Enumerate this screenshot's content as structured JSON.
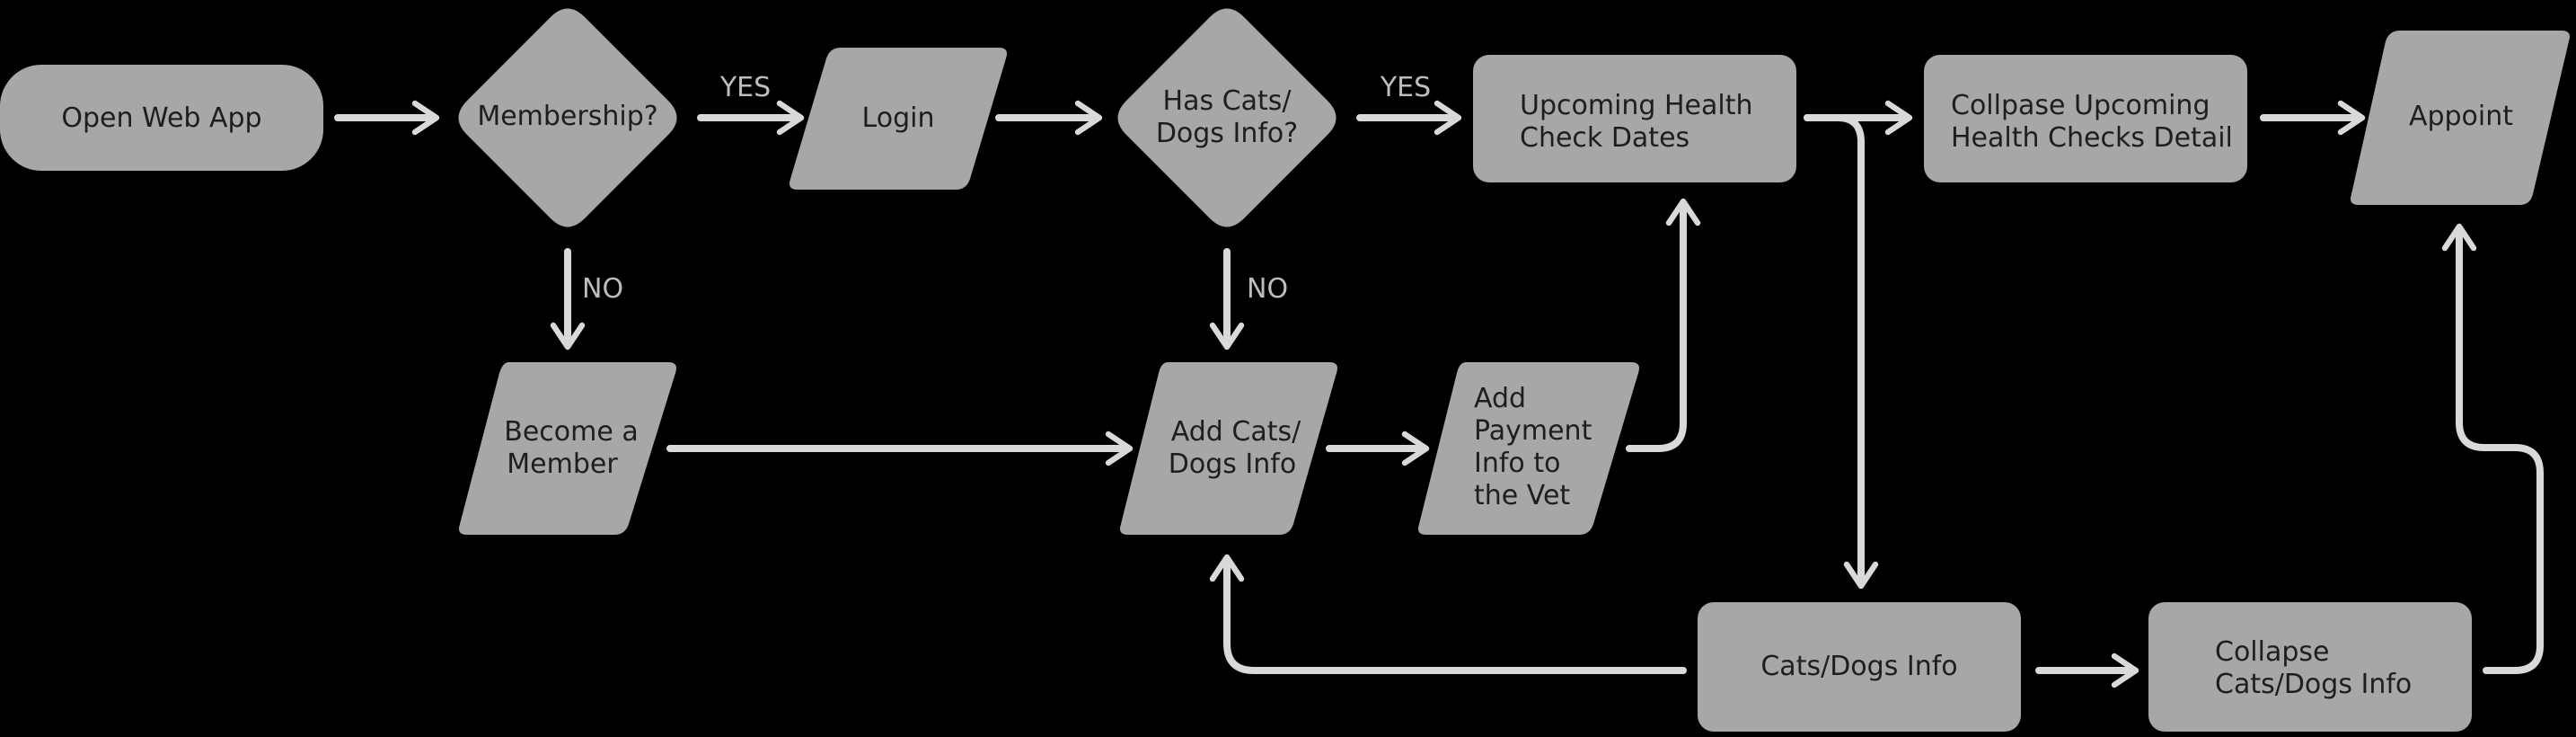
{
  "colors": {
    "background": "#000000",
    "shape_fill": "#a6a7a9",
    "shape_text": "#1e1e1e",
    "arrow": "#d9d9d9",
    "edge_label": "#bdbdbd"
  },
  "nodes": {
    "open_web_app": {
      "shape": "terminator",
      "lines": [
        "Open Web App"
      ]
    },
    "membership": {
      "shape": "decision",
      "lines": [
        "Membership?"
      ]
    },
    "login": {
      "shape": "input-output",
      "lines": [
        "Login"
      ]
    },
    "has_pet_info": {
      "shape": "decision",
      "lines": [
        "Has Cats/",
        "Dogs Info?"
      ]
    },
    "upcoming_health": {
      "shape": "process",
      "lines": [
        "Upcoming Health",
        "Check Dates"
      ]
    },
    "collapse_health": {
      "shape": "process",
      "lines": [
        "Collpase Upcoming",
        "Health Checks Detail"
      ]
    },
    "appoint": {
      "shape": "input-output",
      "lines": [
        "Appoint"
      ]
    },
    "become_member": {
      "shape": "input-output",
      "lines": [
        "Become a",
        "Member"
      ]
    },
    "add_pet_info": {
      "shape": "input-output",
      "lines": [
        "Add Cats/",
        "Dogs Info"
      ]
    },
    "add_payment": {
      "shape": "input-output",
      "lines": [
        "Add",
        "Payment",
        "Info to",
        "the Vet"
      ]
    },
    "pet_info": {
      "shape": "process",
      "lines": [
        "Cats/Dogs Info"
      ]
    },
    "collapse_pet_info": {
      "shape": "process",
      "lines": [
        "Collapse",
        "Cats/Dogs Info"
      ]
    }
  },
  "edge_labels": {
    "membership_yes": "YES",
    "membership_no": "NO",
    "pet_info_yes": "YES",
    "pet_info_no": "NO"
  }
}
